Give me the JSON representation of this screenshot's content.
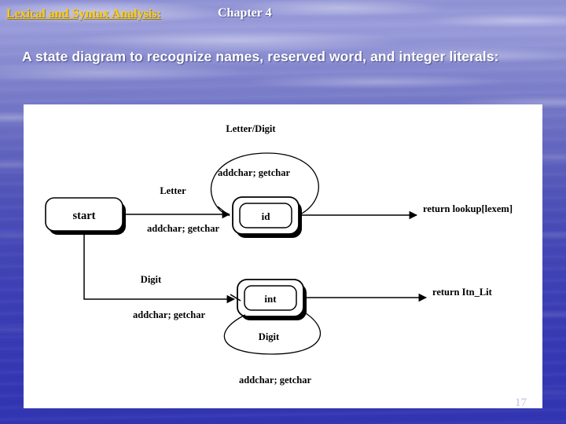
{
  "slide": {
    "header": {
      "title": "Lexical and Syntax Analysis:",
      "chapter": "Chapter 4",
      "title_color": "#ffcc00",
      "chapter_color": "#ffffff"
    },
    "subtitle": "A state diagram to recognize names, reserved word, and integer literals:",
    "page_number": "17",
    "background_color": "#3d3fb5",
    "canvas_color": "#ffffff"
  },
  "diagram": {
    "type": "state-diagram",
    "nodes": [
      {
        "id": "start",
        "label": "start",
        "shape": "rounded-rect",
        "accepting": false
      },
      {
        "id": "id",
        "label": "id",
        "shape": "double-rounded-rect",
        "accepting": true
      },
      {
        "id": "int",
        "label": "int",
        "shape": "double-rounded-rect",
        "accepting": true
      }
    ],
    "edges": [
      {
        "from": "start",
        "to": "id",
        "condition": "Letter",
        "action": "addchar; getchar"
      },
      {
        "from": "start",
        "to": "int",
        "condition": "Digit",
        "action": "addchar; getchar"
      },
      {
        "from": "id",
        "to": "id",
        "condition": "Letter/Digit",
        "action": "addchar; getchar",
        "self_loop": true
      },
      {
        "from": "int",
        "to": "int",
        "condition": "Digit",
        "action": "addchar; getchar",
        "self_loop": true
      }
    ],
    "outputs": [
      {
        "from": "id",
        "label": "return lookup[lexem]"
      },
      {
        "from": "int",
        "label": "return Itn_Lit"
      }
    ],
    "labels": {
      "loop_id_condition": "Letter/Digit",
      "loop_id_action": "addchar; getchar",
      "edge_letter": "Letter",
      "edge_letter_action": "addchar; getchar",
      "edge_digit": "Digit",
      "edge_digit_action": "addchar; getchar",
      "loop_int_condition": "Digit",
      "loop_int_action": "addchar; getchar",
      "return_id": "return lookup[lexem]",
      "return_int": "return Itn_Lit",
      "node_start": "start",
      "node_id": "id",
      "node_int": "int"
    }
  }
}
